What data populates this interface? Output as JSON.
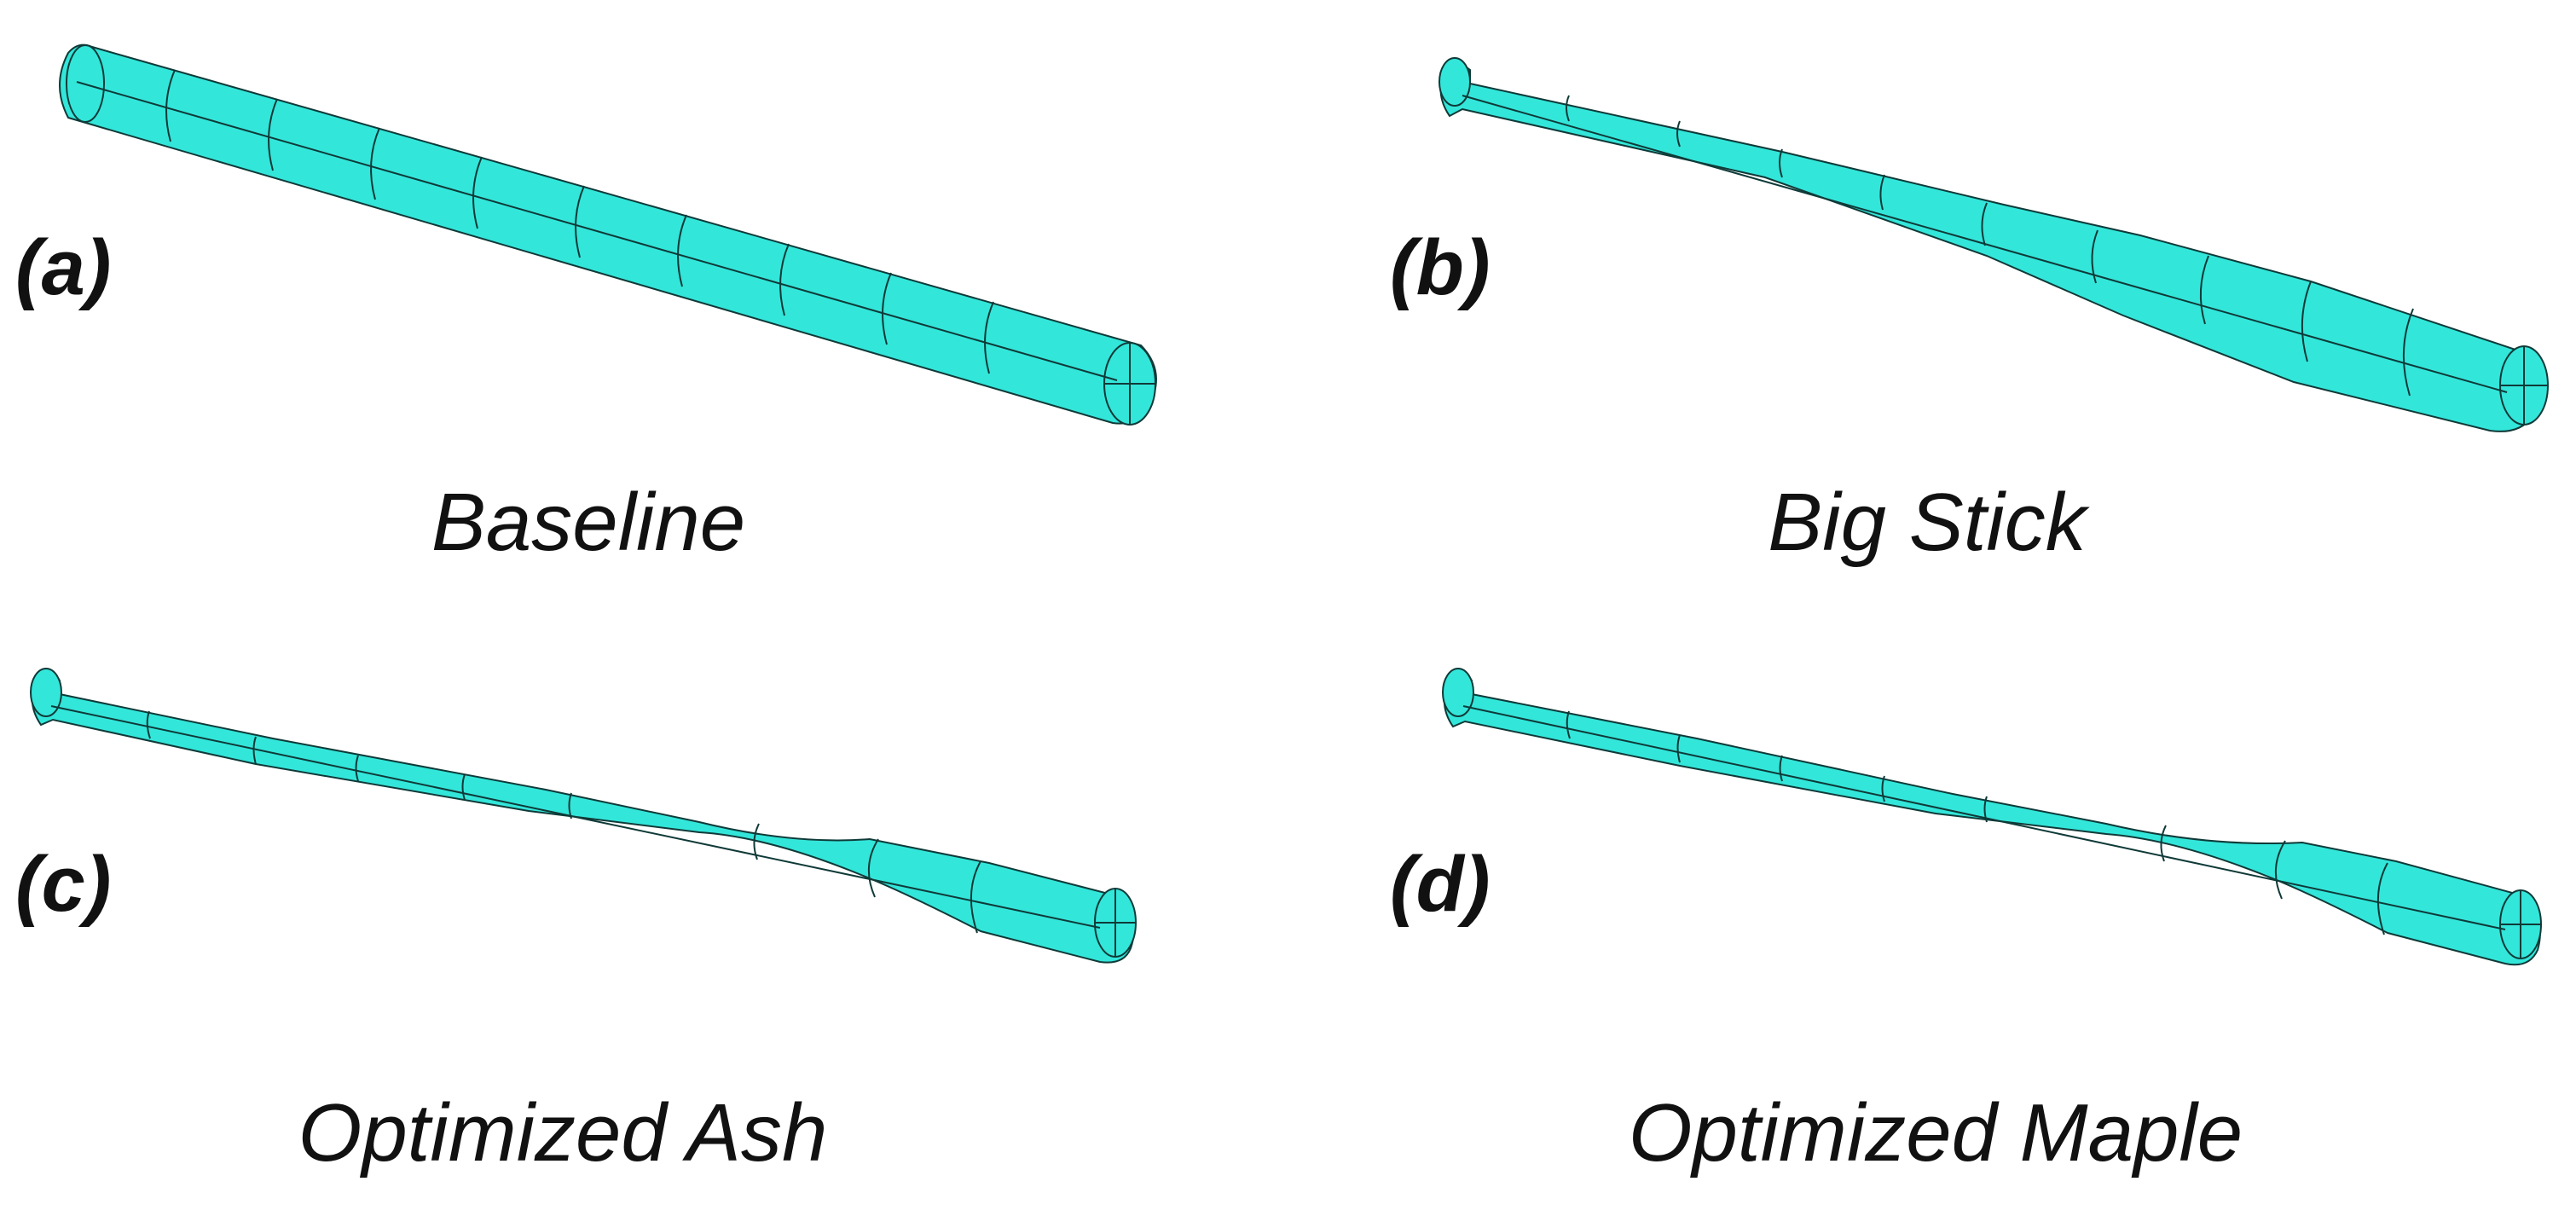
{
  "figure": {
    "color_fill": "#33E6DA",
    "color_edge": "#0F3A38",
    "panels": [
      {
        "letter": "(a)",
        "caption": "Baseline",
        "shape": "cylinder"
      },
      {
        "letter": "(b)",
        "caption": "Big Stick",
        "shape": "big-stick bat"
      },
      {
        "letter": "(c)",
        "caption": "Optimized Ash",
        "shape": "optimized ash bat"
      },
      {
        "letter": "(d)",
        "caption": "Optimized Maple",
        "shape": "optimized maple bat"
      }
    ]
  }
}
